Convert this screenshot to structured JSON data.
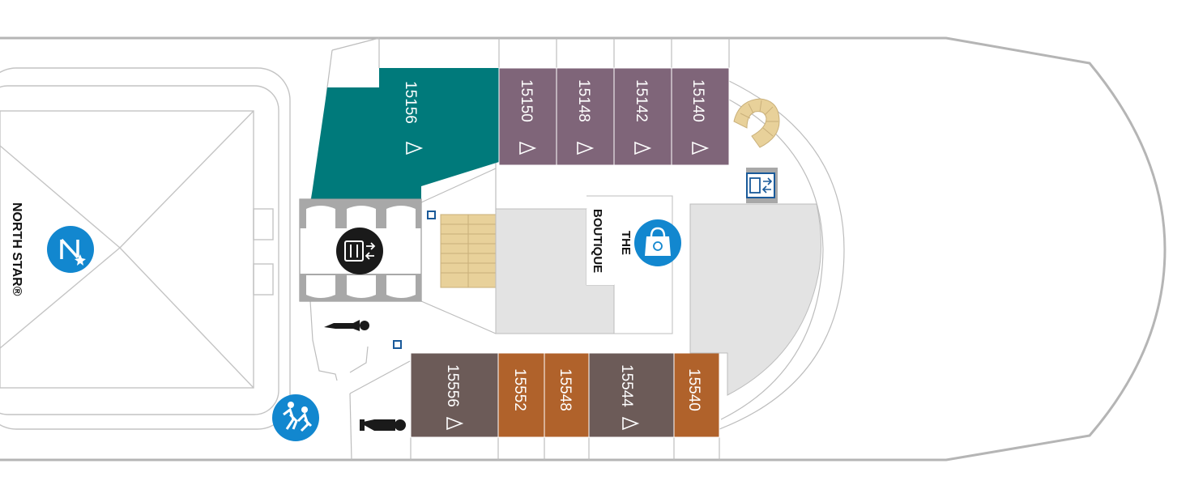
{
  "venues": {
    "north_star": "NORTH STAR®",
    "boutique_line1": "THE",
    "boutique_line2": "BOUTIQUE"
  },
  "colors": {
    "suite_teal": "#007a7b",
    "cabin_purple": "#7f6579",
    "cabin_brown": "#6c5b58",
    "cabin_orange": "#b0622b",
    "icon_blue": "#1287cf",
    "stairs": "#e8d19a",
    "venue_gray": "#e3e3e3"
  },
  "cabins": [
    {
      "number": "15156",
      "type": "suite",
      "accessible": true
    },
    {
      "number": "15150",
      "type": "purple",
      "accessible": true
    },
    {
      "number": "15148",
      "type": "purple",
      "accessible": true
    },
    {
      "number": "15142",
      "type": "purple",
      "accessible": true
    },
    {
      "number": "15140",
      "type": "purple",
      "accessible": true
    },
    {
      "number": "15556",
      "type": "brown",
      "accessible": true
    },
    {
      "number": "15552",
      "type": "orange",
      "accessible": false
    },
    {
      "number": "15548",
      "type": "orange",
      "accessible": false
    },
    {
      "number": "15544",
      "type": "brown",
      "accessible": true
    },
    {
      "number": "15540",
      "type": "orange",
      "accessible": false
    }
  ],
  "icons": [
    "north-star-icon",
    "elevator-icon",
    "boutique-shopping-icon",
    "kids-play-icon",
    "womens-restroom-icon",
    "mens-restroom-icon",
    "spiral-stairs-icon",
    "accessible-triangle-icon"
  ]
}
